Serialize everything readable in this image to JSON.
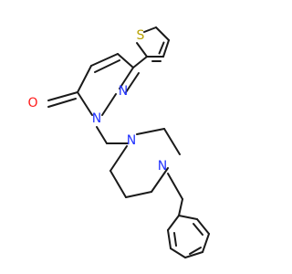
{
  "molecule": {
    "atoms": {
      "S": {
        "label": "S",
        "color": "#b8a100"
      },
      "O": {
        "label": "O",
        "color": "#ff1a1a"
      },
      "N1": {
        "label": "N",
        "color": "#2233ff"
      },
      "N2": {
        "label": "N",
        "color": "#2233ff"
      },
      "N3": {
        "label": "N",
        "color": "#2233ff"
      },
      "N4": {
        "label": "N",
        "color": "#2233ff"
      }
    },
    "bond_color": "#1a1a1a"
  }
}
